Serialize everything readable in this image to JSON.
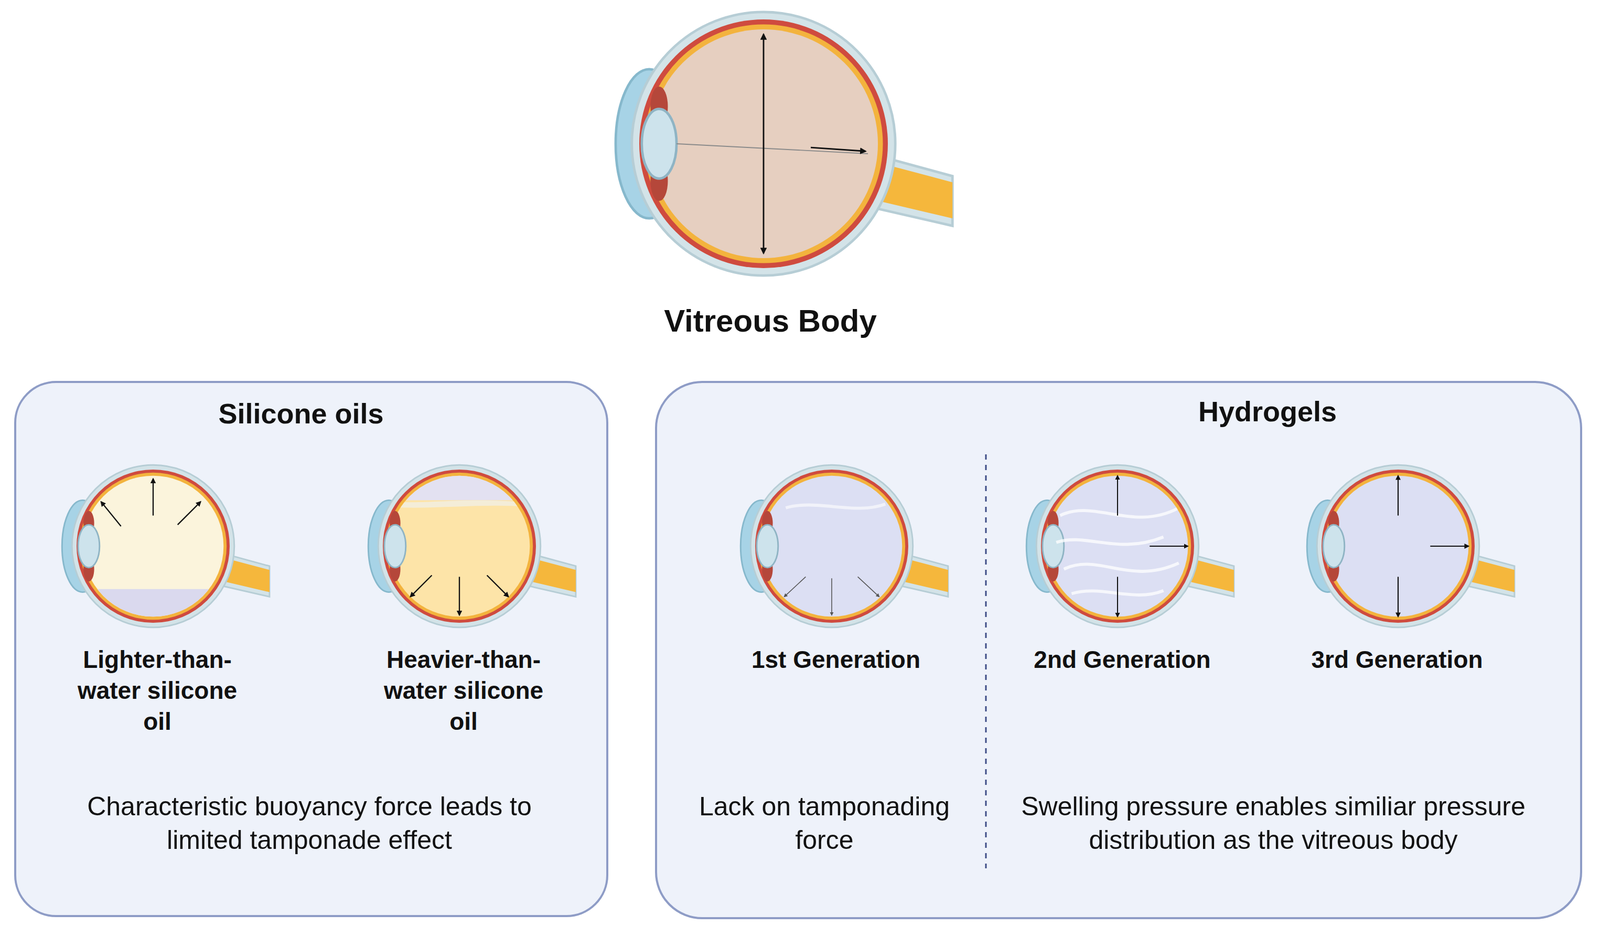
{
  "diagram": {
    "nodes": [
      {
        "text": [
          "Silicone oils"
        ]
      },
      {
        "text": [
          "Hydrogels"
        ]
      }
    ],
    "labels": [
      "Vitreous Body",
      "Lighter-than-water silicone oil",
      "Heavier-than-water silicone oil",
      "1st Generation",
      "2nd Generation",
      "3rd Generation",
      "Characteristic buoyancy force leads to limited tamponade effect",
      "Lack on tamponading force",
      "Swelling pressure enables similiar pressure distribution as the vitreous body"
    ]
  }
}
